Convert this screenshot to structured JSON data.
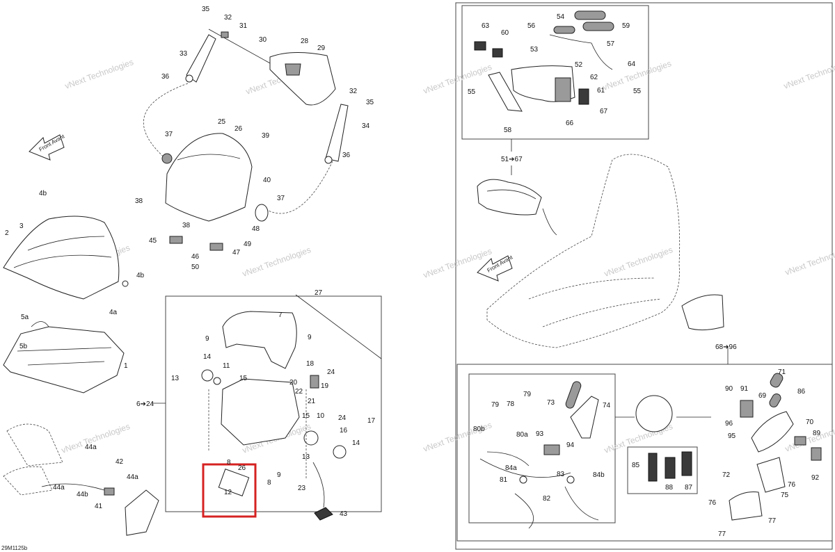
{
  "diagram": {
    "code": "29M1125b",
    "watermark": "vNext Technologies",
    "front_label": "Front Avant",
    "highlight_color": "#d62222",
    "callouts": {
      "c35a": "35",
      "c32a": "32",
      "c31": "31",
      "c30": "30",
      "c33": "33",
      "c36a": "36",
      "c28": "28",
      "c29": "29",
      "c32b": "32",
      "c35b": "35",
      "c34": "34",
      "c36b": "36",
      "c37a": "37",
      "c25": "25",
      "c26": "26",
      "c39": "39",
      "c38a": "38",
      "c40": "40",
      "c37b": "37",
      "c38b": "38",
      "c48": "48",
      "c49": "49",
      "c45": "45",
      "c46": "46",
      "c47": "47",
      "c50": "50",
      "c4b1": "4b",
      "c2": "2",
      "c3": "3",
      "c4b2": "4b",
      "c5a": "5a",
      "c5b": "5b",
      "c4a": "4a",
      "c1": "1",
      "c6_24": "6➔24",
      "c27": "27",
      "c7": "7",
      "c9a": "9",
      "c9b": "9",
      "c13a": "13",
      "c14a": "14",
      "c11": "11",
      "c15a": "15",
      "c18": "18",
      "c24a": "24",
      "c20": "20",
      "c22": "22",
      "c19": "19",
      "c21": "21",
      "c15b": "15",
      "c10": "10",
      "c24b": "24",
      "c17": "17",
      "c16": "16",
      "c14b": "14",
      "c13b": "13",
      "c8a": "8",
      "c26b": "26",
      "c12": "12",
      "c8b": "8",
      "c9c": "9",
      "c23": "23",
      "c43": "43",
      "c44a1": "44a",
      "c42": "42",
      "c44a2": "44a",
      "c44a3": "44a",
      "c44b": "44b",
      "c41": "41",
      "c54": "54",
      "c63": "63",
      "c60": "60",
      "c56": "56",
      "c59": "59",
      "c57": "57",
      "c53": "53",
      "c52": "52",
      "c64": "64",
      "c55a": "55",
      "c62": "62",
      "c61": "61",
      "c55b": "55",
      "c67": "67",
      "c66": "66",
      "c58": "58",
      "c51_67": "51➔67",
      "c68_96": "68➔96",
      "c79a": "79",
      "c78": "78",
      "c79b": "79",
      "c73": "73",
      "c74": "74",
      "c80b": "80b",
      "c80a": "80a",
      "c93": "93",
      "c94": "94",
      "c84a": "84a",
      "c81": "81",
      "c83": "83",
      "c84b": "84b",
      "c82": "82",
      "c85": "85",
      "c88": "88",
      "c87": "87",
      "c71": "71",
      "c90": "90",
      "c91": "91",
      "c69": "69",
      "c86": "86",
      "c96": "96",
      "c70": "70",
      "c95": "95",
      "c89": "89",
      "c92": "92",
      "c72": "72",
      "c76a": "76",
      "c75": "75",
      "c76b": "76",
      "c77a": "77",
      "c77b": "77"
    }
  }
}
